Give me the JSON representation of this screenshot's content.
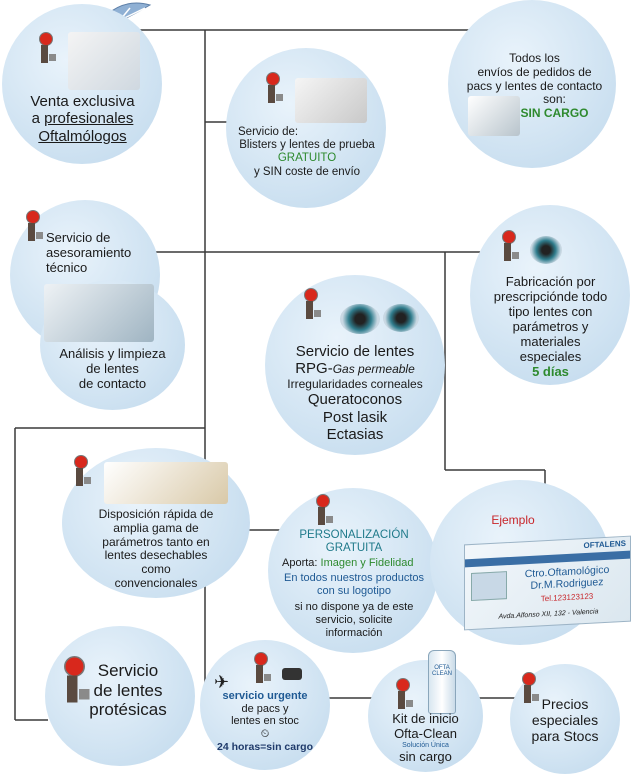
{
  "colors": {
    "circle": "#cfe2f1",
    "line": "#3a3a3a",
    "accent_green": "#2e8a2e",
    "accent_blue": "#1f5a94",
    "accent_red": "#c8252a",
    "teal": "#1f7a8a"
  },
  "nodes": {
    "venta": {
      "line1": "Venta exclusiva",
      "line2": "a",
      "line2b": "profesionales",
      "line3": "Oftalmólogos"
    },
    "blisters": {
      "line1": "Servicio de:",
      "line2": "Blisters y lentes de prueba",
      "line3": "GRATUITO",
      "line4": "y SIN coste de envío"
    },
    "envios": {
      "line1": "Todos los",
      "line2": "envíos de pedidos de",
      "line3": "pacs y lentes de contacto",
      "line4": "son:",
      "line5": "SIN CARGO"
    },
    "asesor": {
      "line1": "Servicio de",
      "line2": "asesoramiento",
      "line3": "técnico"
    },
    "analisis": {
      "line1": "Análisis y limpieza",
      "line2": "de lentes",
      "line3": "de contacto"
    },
    "fabricacion": {
      "line1": "Fabricación por",
      "line2": "prescripciónde todo",
      "line3": "tipo lentes con",
      "line4": "parámetros y",
      "line5": "materiales",
      "line6": "especiales",
      "line7": "5 días"
    },
    "rpg": {
      "line1": "Servicio de lentes",
      "line2a": "RPG-",
      "line2b": "Gas permeable",
      "line3": "Irregularidades corneales",
      "line4": "Queratoconos",
      "line5": "Post lasik",
      "line6": "Ectasias"
    },
    "disposicion": {
      "line1": "Disposición rápida de",
      "line2": "amplia gama de",
      "line3": "parámetros tanto en",
      "line4": "lentes desechables",
      "line5": "como",
      "line6": "convencionales"
    },
    "personal": {
      "title": "PERSONALIZACIÓN GRATUITA",
      "aporta": "Aporta:",
      "aporta_val": "Imagen y Fidelidad",
      "line3": "En todos nuestros productos",
      "line4": "con su logotipo",
      "line5": "si no dispone ya de este",
      "line6": "servicio, solicite",
      "line7": "información",
      "equals": "=",
      "ejemplo": "Ejemplo"
    },
    "box": {
      "brand": "OFTALENS",
      "line1": "Ctro.Oftamológico",
      "line2": "Dr.M.Rodriguez",
      "tel": "Tel.123123123",
      "addr": "Avda.Alfonso XII, 132 - Valencia"
    },
    "proteticas": {
      "line1": "Servicio",
      "line2": "de lentes",
      "line3": "protésicas"
    },
    "urgente": {
      "line1": "servicio urgente",
      "line2": "de pacs y",
      "line3": "lentes en stoc",
      "line4": "24 horas=sin cargo"
    },
    "kit": {
      "line1": "Kit de inicio",
      "line2": "Ofta-Clean",
      "line3": "Solución Única",
      "line4": "sin cargo",
      "bottle": "OFTA CLEAN"
    },
    "precios": {
      "line1": "Precios",
      "line2": "especiales",
      "line3": "para Stocs"
    }
  }
}
